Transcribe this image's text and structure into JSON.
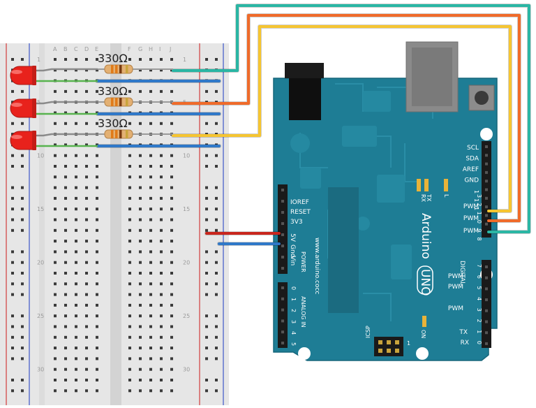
{
  "breadboard": {
    "columns": [
      "A",
      "B",
      "C",
      "D",
      "E",
      "F",
      "G",
      "H",
      "I",
      "J"
    ],
    "row_numbers": [
      "1",
      "5",
      "10",
      "15",
      "20",
      "25",
      "30"
    ]
  },
  "components": {
    "resistor_labels": [
      "330Ω",
      "330Ω",
      "330Ω"
    ],
    "led_color": "#e8221c",
    "resistor_value": "330Ω"
  },
  "arduino": {
    "brand": "Arduino",
    "model": "UNO",
    "website": "www.arduino.co",
    "website_suffix": "cc",
    "right_header_labels": [
      "SCL",
      "SDA",
      "AREF",
      "GND"
    ],
    "pin_13_12_11": [
      "1",
      "1",
      "1"
    ],
    "pwm_labels": [
      "PWM",
      "PWM",
      "PWM",
      "PWM",
      "PWM",
      "PWM"
    ],
    "digital_label": "DIGITAL",
    "digital_numbers_top": [
      "3",
      "2",
      "1",
      "0",
      "9",
      "8"
    ],
    "digital_numbers_bottom": [
      "7",
      "6",
      "5",
      "4",
      "3",
      "2",
      "1",
      "0"
    ],
    "tx_rx": [
      "TX",
      "RX"
    ],
    "led_labels": [
      "TX",
      "RX",
      "L",
      "ON"
    ],
    "power_label": "POWER",
    "power_pins": [
      "IOREF",
      "RESET",
      "3V3",
      "5V",
      "Gnd",
      "Vin"
    ],
    "analog_label": "ANALOG IN",
    "analog_numbers": [
      "0",
      "1",
      "2",
      "3",
      "4",
      "5"
    ],
    "icsp_label": "ICSP",
    "icsp_one": "1"
  },
  "wires": {
    "colors": {
      "teal": "#2ab6a4",
      "orange": "#f06b2a",
      "yellow": "#f6c531",
      "blue": "#2f78c8",
      "red": "#c9261d",
      "green": "#58b34f"
    }
  }
}
